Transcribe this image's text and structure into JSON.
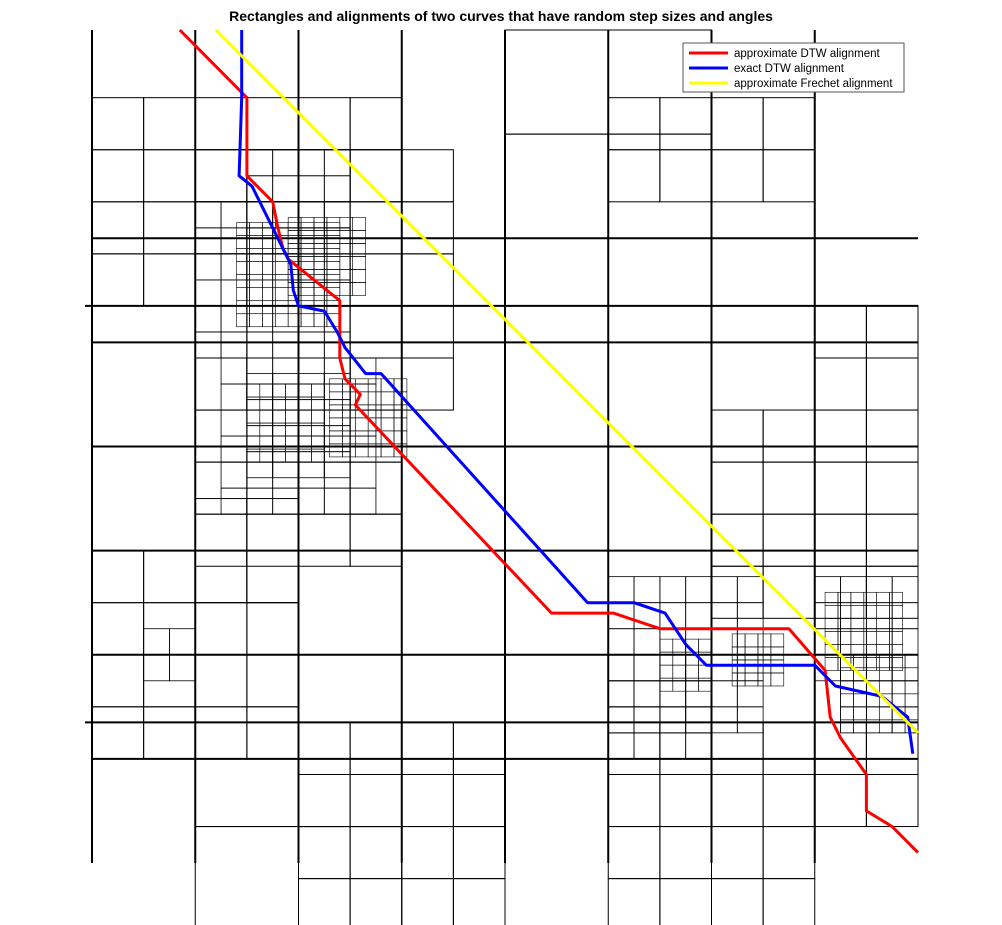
{
  "chart_data": {
    "type": "line",
    "title": "Rectangles and alignments of two curves that have random step sizes and angles",
    "xlabel": "",
    "ylabel": "",
    "xlim": [
      0,
      16
    ],
    "ylim": [
      0,
      16
    ],
    "y_direction": "downward",
    "grid": false,
    "legend_position": "top-right",
    "series": [
      {
        "name": "approximate DTW alignment",
        "color": "#ff0000",
        "points": [
          [
            1.7,
            0
          ],
          [
            3,
            1.3
          ],
          [
            3,
            2.8
          ],
          [
            3.5,
            3.3
          ],
          [
            3.6,
            3.8
          ],
          [
            3.7,
            4.2
          ],
          [
            3.8,
            4.4
          ],
          [
            4.8,
            5.2
          ],
          [
            4.8,
            6.3
          ],
          [
            4.9,
            6.7
          ],
          [
            5.2,
            7
          ],
          [
            5.1,
            7.2
          ],
          [
            8.9,
            11.2
          ],
          [
            10.1,
            11.2
          ],
          [
            11,
            11.5
          ],
          [
            13.5,
            11.5
          ],
          [
            14.2,
            12.3
          ],
          [
            14.3,
            13.2
          ],
          [
            14.5,
            13.6
          ],
          [
            15,
            14.3
          ],
          [
            15,
            15
          ],
          [
            15.5,
            15.3
          ],
          [
            16,
            15.8
          ]
        ]
      },
      {
        "name": "exact DTW alignment",
        "color": "#0000ff",
        "points": [
          [
            2.9,
            0
          ],
          [
            2.9,
            1.3
          ],
          [
            2.85,
            2.8
          ],
          [
            3.1,
            3
          ],
          [
            3.4,
            3.6
          ],
          [
            3.7,
            4.2
          ],
          [
            3.85,
            4.5
          ],
          [
            3.9,
            5
          ],
          [
            4,
            5.3
          ],
          [
            4.5,
            5.4
          ],
          [
            4.75,
            5.8
          ],
          [
            4.9,
            6.1
          ],
          [
            5.3,
            6.6
          ],
          [
            5.6,
            6.6
          ],
          [
            9.6,
            11
          ],
          [
            10.5,
            11
          ],
          [
            11.1,
            11.2
          ],
          [
            11.5,
            11.8
          ],
          [
            11.9,
            12.2
          ],
          [
            14,
            12.2
          ],
          [
            14.4,
            12.6
          ],
          [
            15.3,
            12.8
          ],
          [
            15.8,
            13.2
          ],
          [
            15.9,
            13.9
          ]
        ]
      },
      {
        "name": "approximate Frechet alignment",
        "color": "#ffff00",
        "points": [
          [
            2.4,
            0
          ],
          [
            16,
            13.5
          ]
        ]
      }
    ]
  }
}
